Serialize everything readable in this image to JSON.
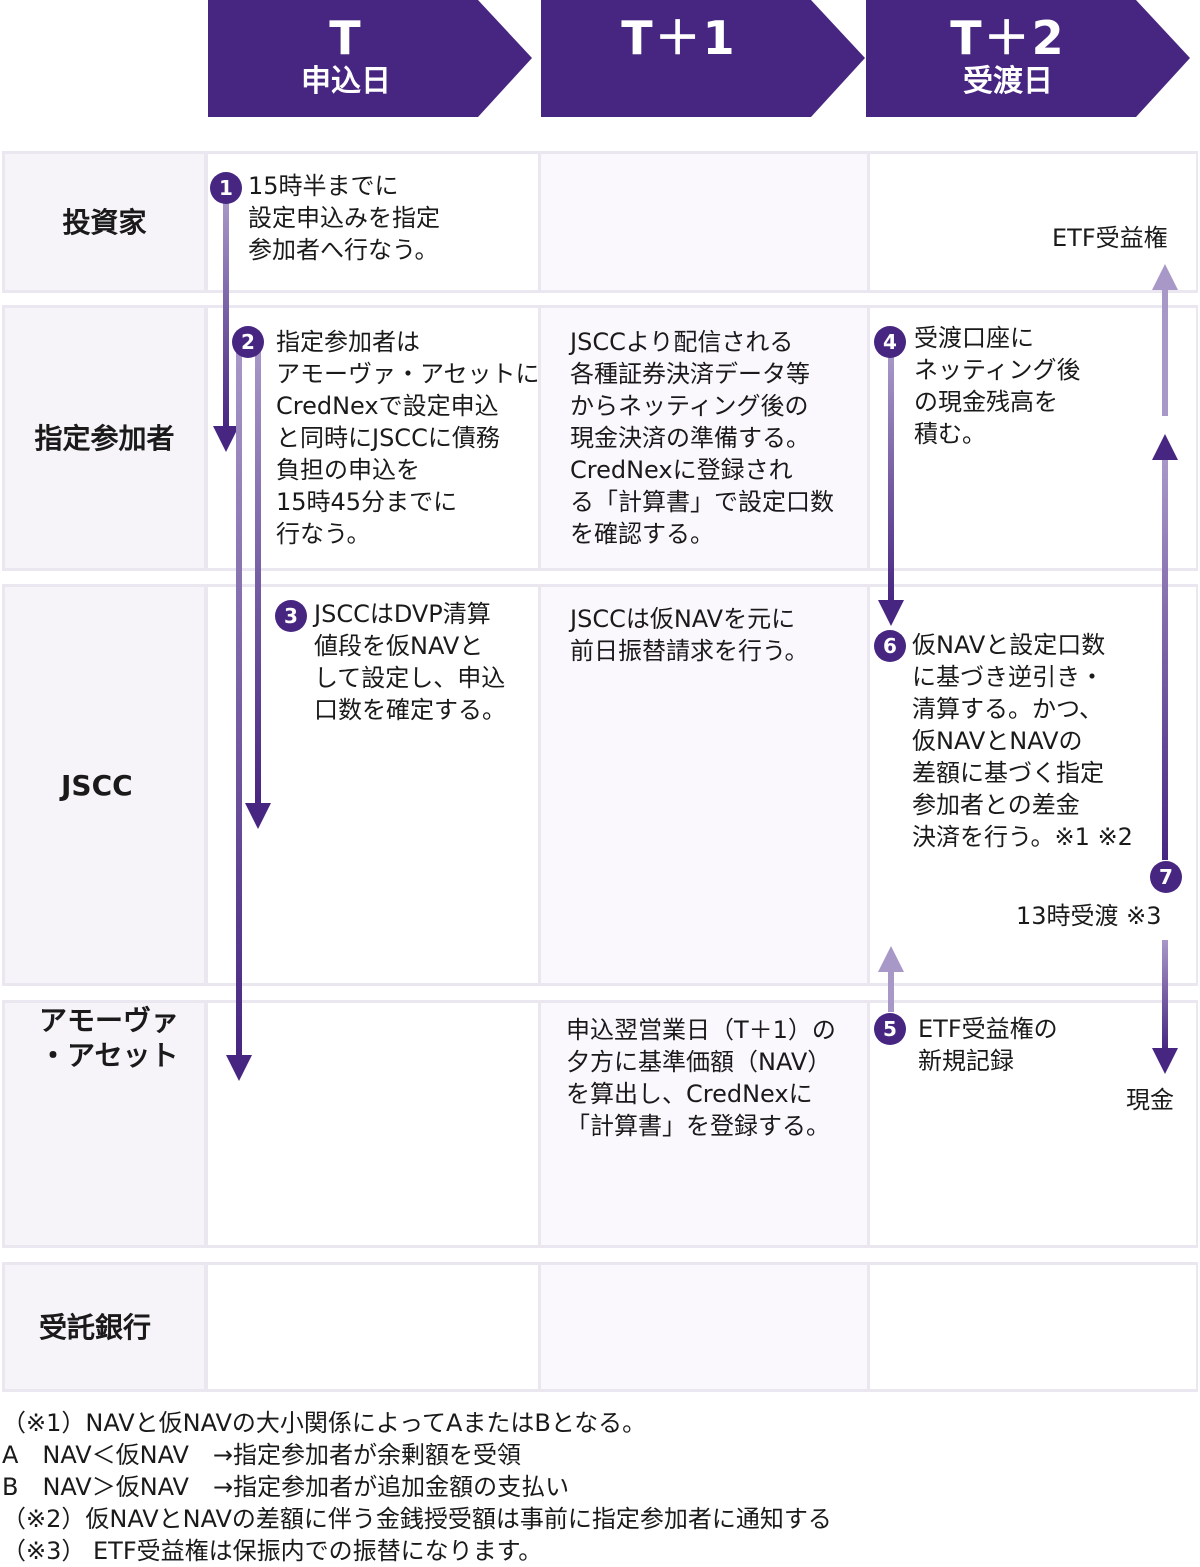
{
  "header": {
    "columns": [
      {
        "day": "T",
        "label": "申込日"
      },
      {
        "day": "T＋1",
        "label": ""
      },
      {
        "day": "T＋2",
        "label": "受渡日"
      }
    ]
  },
  "actors": {
    "investor": "投資家",
    "participant": "指定参加者",
    "jscc": "JSCC",
    "amova_l1": "アモーヴァ",
    "amova_l2": "・アセット",
    "trust_bank": "受託銀行"
  },
  "steps": {
    "s1": {
      "num": "1",
      "text": "15時半までに\n設定申込みを指定\n参加者へ行なう。"
    },
    "s2": {
      "num": "2",
      "text": "指定参加者は\nアモーヴァ・アセットに\nCredNexで設定申込\nと同時にJSCCに債務\n負担の申込を\n15時45分までに\n行なう。"
    },
    "s3": {
      "num": "3",
      "text": "JSCCはDVP清算\n値段を仮NAVと\nして設定し、申込\n口数を確定する。"
    },
    "t1_participant": "JSCCより配信される\n各種証券決済データ等\nからネッティング後の\n現金決済の準備する。\nCredNexに登録され\nる「計算書」で設定口数\nを確認する。",
    "t1_jscc": "JSCCは仮NAVを元に\n前日振替請求を行う。",
    "t1_amova": "申込翌営業日（T＋1）の\n夕方に基準価額（NAV）\nを算出し、CredNexに\n「計算書」を登録する。",
    "s4": {
      "num": "4",
      "text": "受渡口座に\nネッティング後\nの現金残高を\n積む。"
    },
    "s5": {
      "num": "5",
      "text": "ETF受益権の\n新規記録"
    },
    "s6": {
      "num": "6",
      "text": "仮NAVと設定口数\nに基づき逆引き・\n清算する。かつ、\n仮NAVとNAVの\n差額に基づく指定\n参加者との差金\n決済を行う。※1 ※2"
    },
    "s7": {
      "num": "7",
      "text": "13時受渡 ※3"
    },
    "etf_label": "ETF受益権",
    "cash_label": "現金"
  },
  "footnotes": [
    "（※1）NAVと仮NAVの大小関係によってAまたはBとなる。",
    "A　NAV＜仮NAV　→指定参加者が余剰額を受領",
    "B　NAV＞仮NAV　→指定参加者が追加金額の支払い",
    "（※2）仮NAVとNAVの差額に伴う金銭授受額は事前に指定参加者に通知する",
    "（※3） ETF受益権は保振内での振替になります。"
  ],
  "colors": {
    "accent": "#472681",
    "arrow_light": "#a898c8",
    "border": "#ebe7f1"
  }
}
